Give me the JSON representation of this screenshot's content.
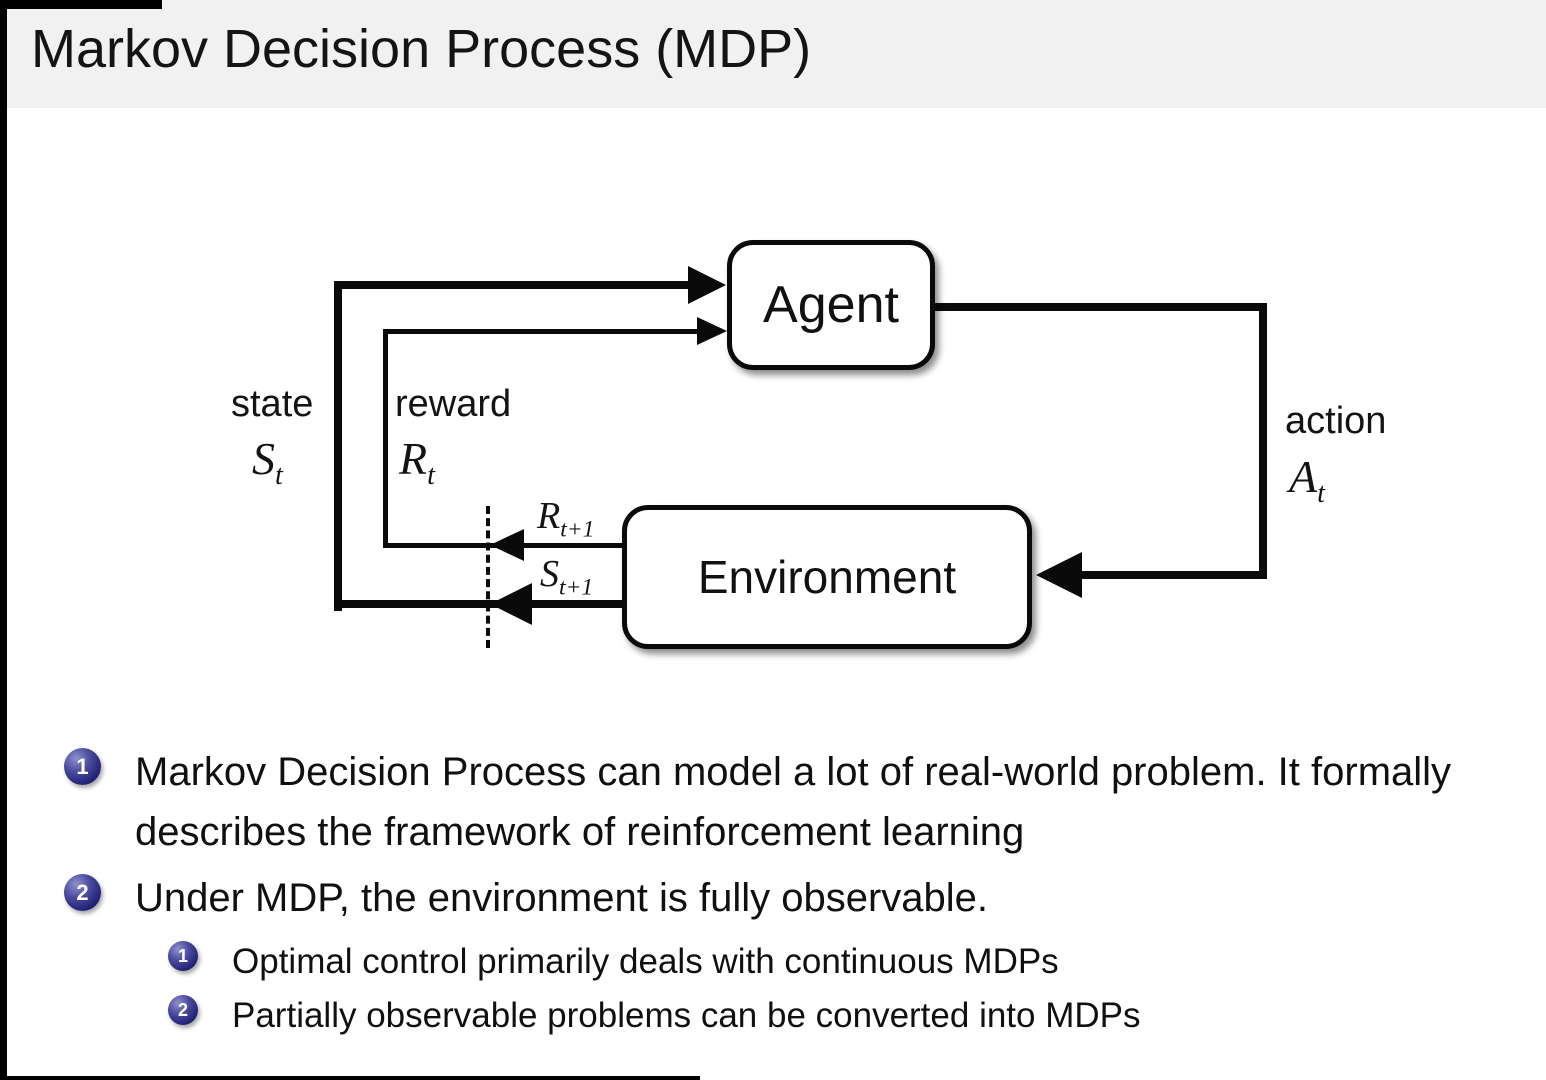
{
  "header": {
    "title": "Markov Decision Process (MDP)"
  },
  "diagram": {
    "agent_label": "Agent",
    "environment_label": "Environment",
    "state": {
      "label": "state",
      "symbol": "S",
      "sub": "t"
    },
    "reward": {
      "label": "reward",
      "symbol": "R",
      "sub": "t"
    },
    "action": {
      "label": "action",
      "symbol": "A",
      "sub": "t"
    },
    "next_reward": {
      "symbol": "R",
      "sub": "t+1"
    },
    "next_state": {
      "symbol": "S",
      "sub": "t+1"
    }
  },
  "bullets": {
    "items": [
      {
        "number": "1",
        "text": "Markov Decision Process can model a lot of real-world problem. It formally describes the framework of reinforcement learning"
      },
      {
        "number": "2",
        "text": "Under MDP, the environment is fully observable.",
        "sub_items": [
          {
            "number": "1",
            "text": "Optimal control primarily deals with continuous MDPs"
          },
          {
            "number": "2",
            "text": "Partially observable problems can be converted into MDPs"
          }
        ]
      }
    ]
  },
  "colors": {
    "header_background": "#f1f1f1",
    "ball_accent": "#232377",
    "line_color": "#0a0a0a",
    "background": "#ffffff"
  }
}
